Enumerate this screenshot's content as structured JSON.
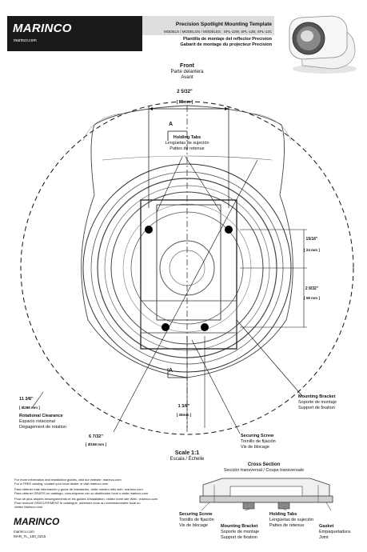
{
  "brand": {
    "logo": "MARINCO",
    "website_header": "marinco.com",
    "website_footer": "marinco.com",
    "doc_number": "MAR_TL_100_0215"
  },
  "header": {
    "title": "Precision Spotlight Mounting Template",
    "models": "MODELS / MODELOS / MODÈLES : SPL-12W, SPL-12B, SPL-12C",
    "subtitle_es": "Plantilla de montaje del reflector Precision",
    "subtitle_fr": "Gabarit de montage du projecteur Precision"
  },
  "front": {
    "en": "Front",
    "es": "Parte delantera",
    "fr": "Avant"
  },
  "dims": {
    "tab_width_frac": "2 5/32\"",
    "tab_width_mm": "[ 55mm ]",
    "d1_frac": "15/16\"",
    "d1_mm": "[ 24 mm ]",
    "d2_frac": "2 9/32\"",
    "d2_mm": "[ 58 mm ]",
    "d3_frac": "1 3/8\"",
    "d3_mm": "[ 35mm ]",
    "d4_frac": "6 7/32\"",
    "d4_mm": "[ Ø158 mm ]",
    "d5_frac": "11 3/8\"",
    "d5_mm": "[ Ø288 mm ]",
    "section_mark": "A"
  },
  "labels": {
    "holding_tabs": {
      "en": "Holding Tabs",
      "es": "Lengüetas de sujeción",
      "fr": "Pattes de retenue"
    },
    "mounting_bracket": {
      "en": "Mounting Bracket",
      "es": "Soporte de montaje",
      "fr": "Support de fixation"
    },
    "securing_screw": {
      "en": "Securing Screw",
      "es": "Tornillo de fijación",
      "fr": "Vis de blocage"
    },
    "rotational_clearance": {
      "en": "Rotational Clearance",
      "es": "Espacio rotacional",
      "fr": "Dégagement de rotation"
    },
    "gasket": {
      "en": "Gasket",
      "es": "Empaquetadura",
      "fr": "Joint"
    }
  },
  "scale": {
    "title": "Scale 1:1",
    "sub": "Escala / Échelle"
  },
  "cross_section": {
    "title": "Cross Section",
    "sub": "Sección transversal / Coupe transversale"
  },
  "footer": {
    "lines": [
      "For more information and installation guides, visit our website: marinco.com",
      "For a FREE catalog, contact your local dealer or visit marinco.com",
      "Para obtener más información y guías de instalación, visite nuestro sitio web: marinco.com",
      "Para obtener GRATIS un catálogo, comuníquese con su distribuidor local o visite marinco.com",
      "Pour de plus amples renseignements et les guides d'installation, visitez notre site Web : marinco.com",
      "Pour recevoir GRATUITEMENT le catalogue, adressez-vous au concessionnaire local ou",
      "visitez Marinco.com"
    ]
  }
}
